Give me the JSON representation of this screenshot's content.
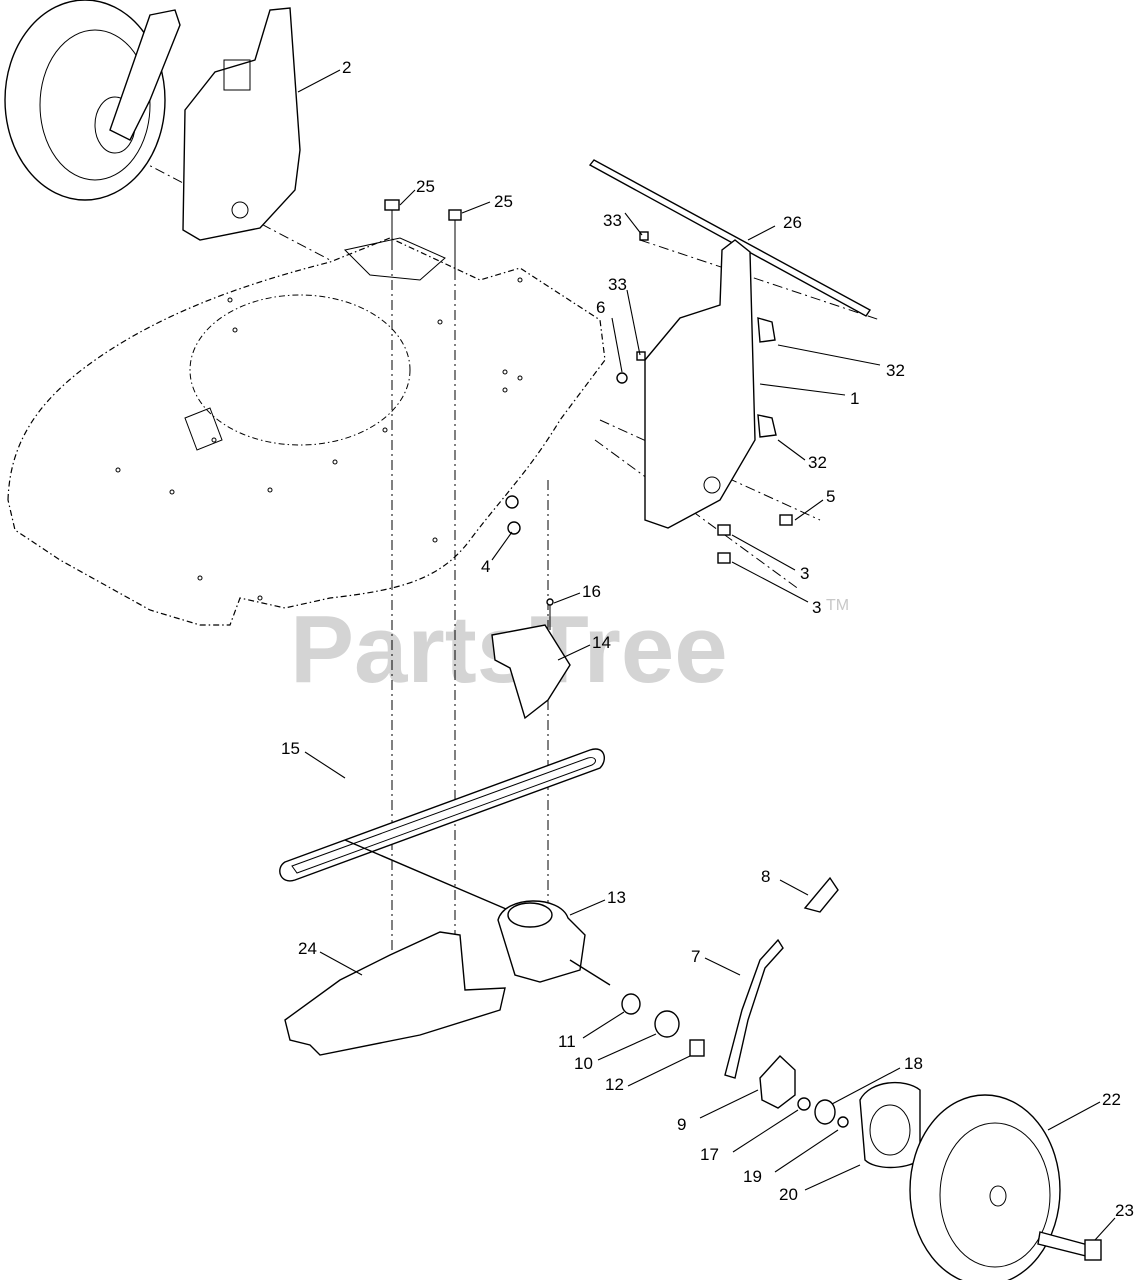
{
  "watermark": {
    "text": "PartsTree",
    "tm": "TM"
  },
  "callouts": [
    {
      "id": "c2",
      "label": "2"
    },
    {
      "id": "c25a",
      "label": "25"
    },
    {
      "id": "c25b",
      "label": "25"
    },
    {
      "id": "c26",
      "label": "26"
    },
    {
      "id": "c33a",
      "label": "33"
    },
    {
      "id": "c33b",
      "label": "33"
    },
    {
      "id": "c6",
      "label": "6"
    },
    {
      "id": "c32a",
      "label": "32"
    },
    {
      "id": "c1",
      "label": "1"
    },
    {
      "id": "c32b",
      "label": "32"
    },
    {
      "id": "c5",
      "label": "5"
    },
    {
      "id": "c3a",
      "label": "3"
    },
    {
      "id": "c3b",
      "label": "3"
    },
    {
      "id": "c4",
      "label": "4"
    },
    {
      "id": "c16",
      "label": "16"
    },
    {
      "id": "c14",
      "label": "14"
    },
    {
      "id": "c15",
      "label": "15"
    },
    {
      "id": "c13",
      "label": "13"
    },
    {
      "id": "c8",
      "label": "8"
    },
    {
      "id": "c24",
      "label": "24"
    },
    {
      "id": "c7",
      "label": "7"
    },
    {
      "id": "c11",
      "label": "11"
    },
    {
      "id": "c10",
      "label": "10"
    },
    {
      "id": "c12",
      "label": "12"
    },
    {
      "id": "c18",
      "label": "18"
    },
    {
      "id": "c9",
      "label": "9"
    },
    {
      "id": "c17",
      "label": "17"
    },
    {
      "id": "c22",
      "label": "22"
    },
    {
      "id": "c19",
      "label": "19"
    },
    {
      "id": "c20",
      "label": "20"
    },
    {
      "id": "c23",
      "label": "23"
    }
  ]
}
